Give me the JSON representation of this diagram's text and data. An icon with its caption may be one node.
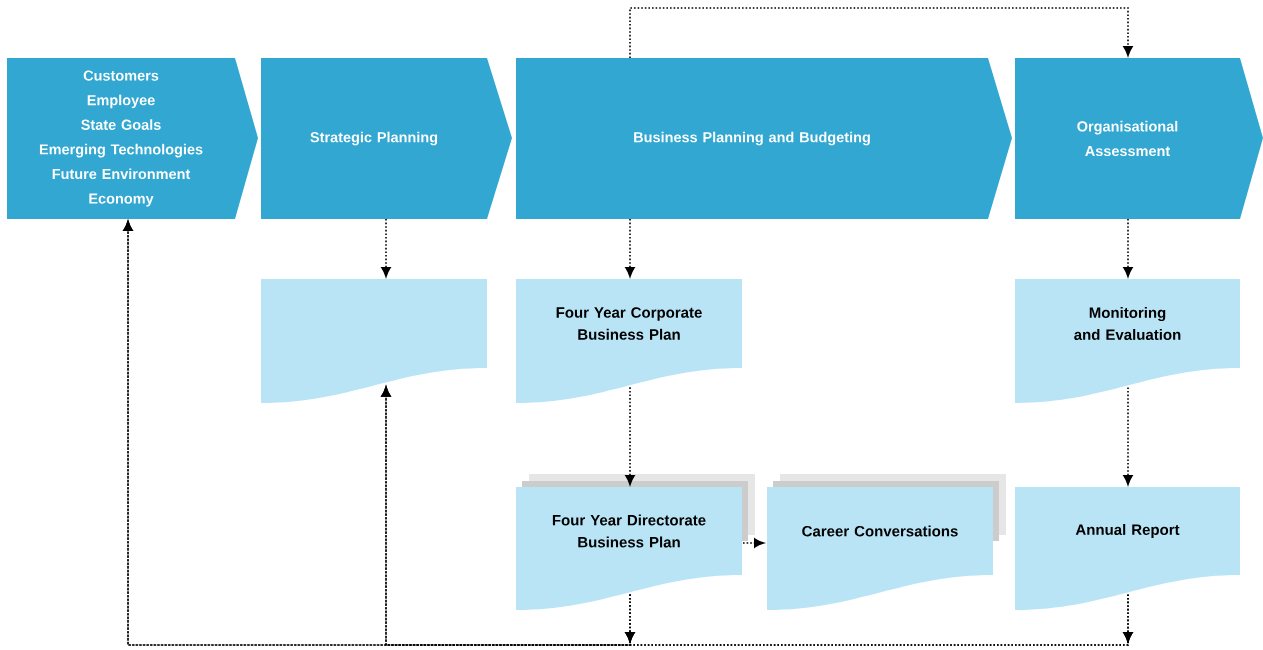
{
  "diagram": {
    "nodes": [
      {
        "text": [
          "Customers",
          "Employee",
          "State Goals",
          "Emerging Technologies",
          "Future Environment",
          "Economy"
        ]
      },
      {
        "text": [
          "Strategic Planning"
        ]
      },
      {
        "text": [
          "Business Planning and Budgeting"
        ]
      },
      {
        "text": [
          "Organisational Assessment"
        ]
      },
      {
        "text": [],
        "shape": "document"
      },
      {
        "text": [
          "Four Year Corporate Business Plan"
        ]
      },
      {
        "text": [
          "Monitoring and Evaluation"
        ]
      },
      {
        "text": [
          "Four Year Directorate Business Plan"
        ]
      },
      {
        "text": [
          "Career Conversations"
        ]
      },
      {
        "text": [
          "Annual Report"
        ]
      }
    ],
    "edges": [
      {
        "from": 1,
        "to": 4,
        "arrow": "to"
      },
      {
        "from": 2,
        "to": 5,
        "arrow": "to"
      },
      {
        "from": 3,
        "to": 6,
        "arrow": "to"
      },
      {
        "from": 5,
        "to": 7,
        "arrow": "to"
      },
      {
        "from": 6,
        "to": 9,
        "arrow": "to"
      },
      {
        "from": 7,
        "to": 8,
        "arrow": "to"
      },
      {
        "from": 2,
        "to": 3,
        "arrow": "to"
      },
      {
        "from": 7,
        "to": 0,
        "arrow": "to"
      },
      {
        "from": 7,
        "to": 4,
        "arrow": "to"
      },
      {
        "from": 9,
        "to": 0,
        "arrow": "to"
      },
      {
        "from": 9,
        "to": 4,
        "arrow": "to"
      }
    ]
  }
}
